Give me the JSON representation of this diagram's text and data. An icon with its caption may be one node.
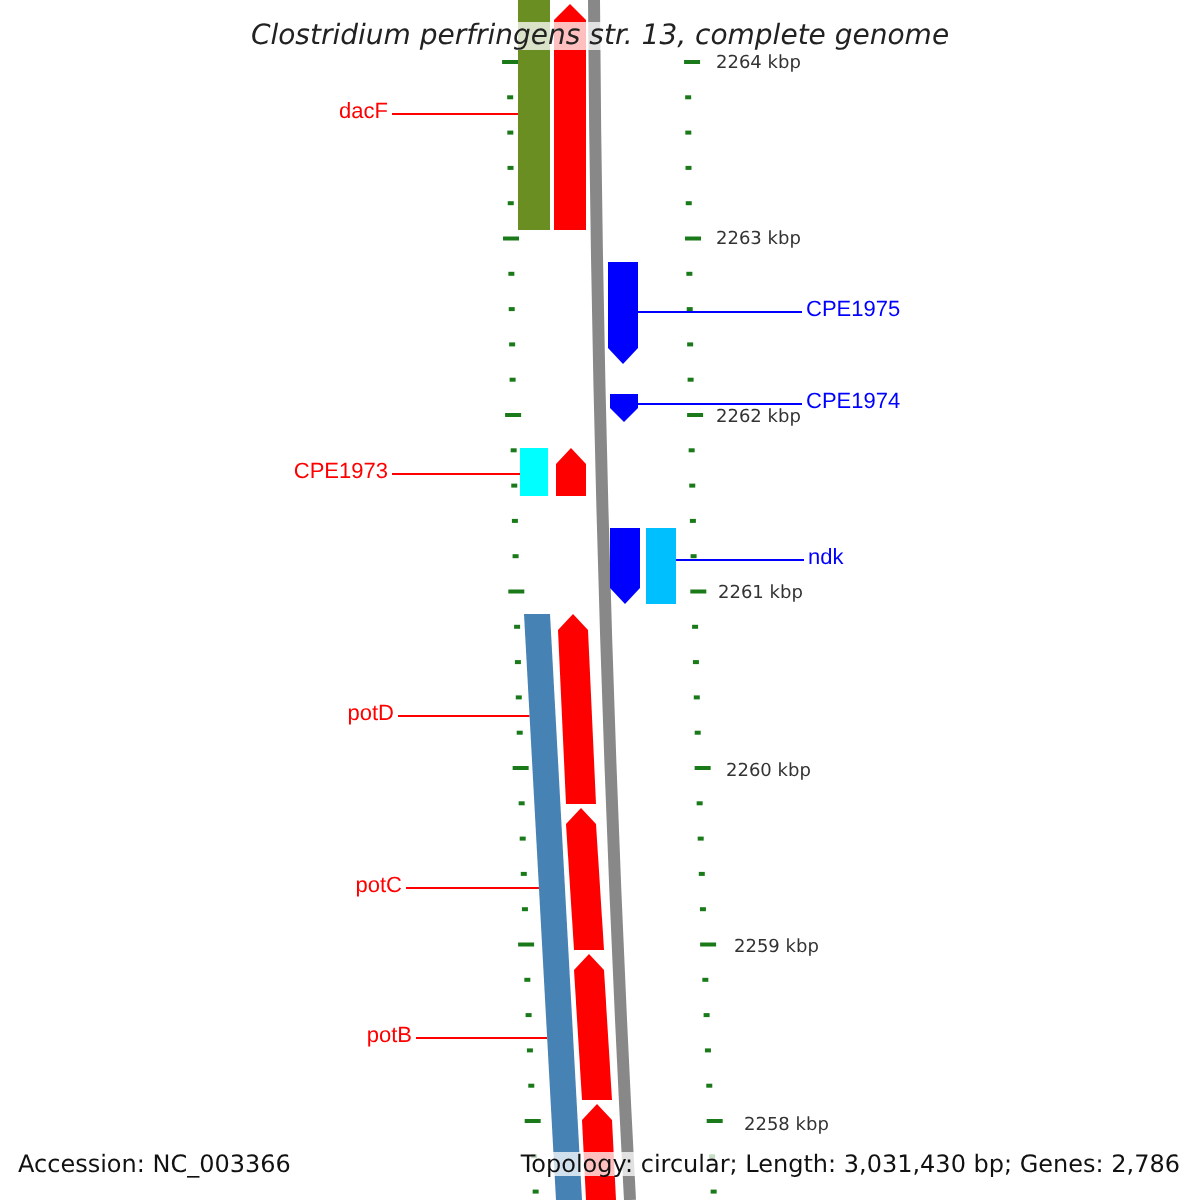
{
  "diagram": {
    "title": "Clostridium perfringens str. 13, complete genome",
    "nodes": [
      {
        "text": [
          "dacF"
        ]
      },
      {
        "text": [
          "CPE1975"
        ]
      },
      {
        "text": [
          "CPE1974"
        ]
      },
      {
        "text": [
          "CPE1973"
        ]
      },
      {
        "text": [
          "ndk"
        ]
      },
      {
        "text": [
          "potD"
        ]
      },
      {
        "text": [
          "potC"
        ]
      },
      {
        "text": [
          "potB"
        ]
      },
      {
        "text": [],
        "shape": "bar"
      },
      {
        "text": [],
        "shape": "pentagon"
      },
      {
        "text": [],
        "shape": "pentagon"
      },
      {
        "text": [],
        "shape": "pentagon"
      },
      {
        "text": [],
        "shape": "bar"
      },
      {
        "text": [],
        "shape": "pentagon"
      },
      {
        "text": [],
        "shape": "pentagon"
      },
      {
        "text": [],
        "shape": "bar"
      },
      {
        "text": [],
        "shape": "bar"
      },
      {
        "text": [],
        "shape": "pentagon"
      },
      {
        "text": [],
        "shape": "pentagon"
      },
      {
        "text": [],
        "shape": "pentagon"
      },
      {
        "text": [],
        "shape": "pentagon"
      }
    ],
    "edges": [
      {
        "from": 0,
        "to": 8,
        "arrow": "none"
      },
      {
        "from": 1,
        "to": 10,
        "arrow": "none",
        "color": "#0000ff"
      },
      {
        "from": 2,
        "to": 11,
        "arrow": "none",
        "color": "#0000ff"
      },
      {
        "from": 3,
        "to": 12,
        "arrow": "none"
      },
      {
        "from": 4,
        "to": 15,
        "arrow": "none",
        "color": "#0000ff"
      },
      {
        "from": 5,
        "to": 16,
        "arrow": "none"
      },
      {
        "from": 6,
        "to": 16,
        "arrow": "none"
      },
      {
        "from": 7,
        "to": 16,
        "arrow": "none"
      }
    ],
    "labels": [
      "2264 kbp",
      "2263 kbp",
      "2262 kbp",
      "2261 kbp",
      "2260 kbp",
      "2259 kbp",
      "2258 kbp",
      "Accession: NC_003366",
      "Topology: circular; Length: 3,031,430 bp; Genes: 2,786"
    ]
  }
}
